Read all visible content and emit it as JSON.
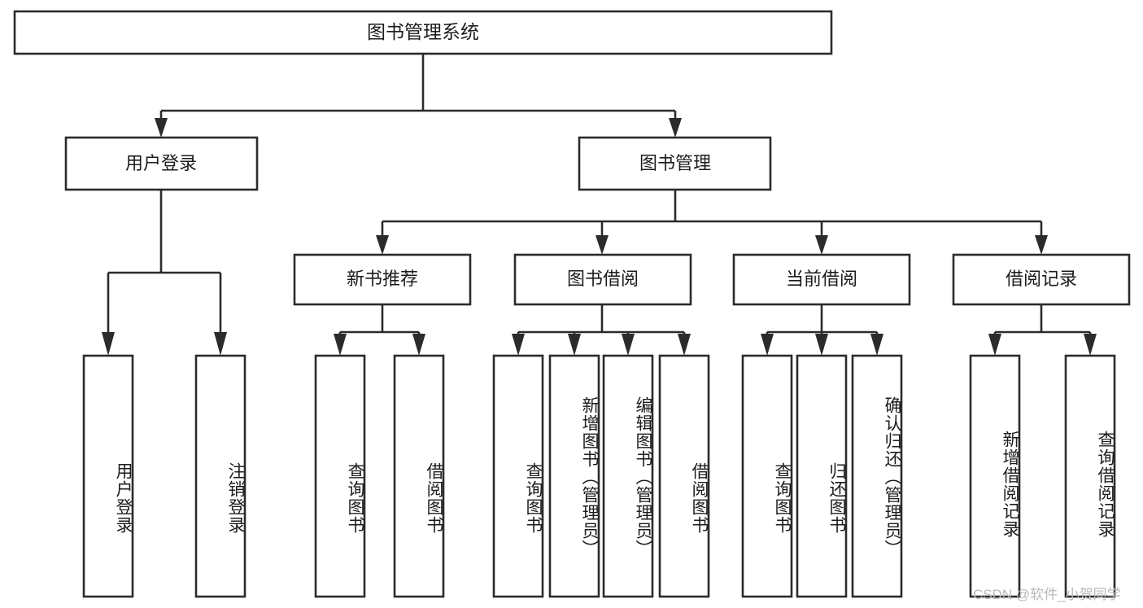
{
  "diagram": {
    "title": "图书管理系统",
    "type": "tree",
    "orientation": "top-down",
    "colors": {
      "box_stroke": "#2b2b2b",
      "box_fill": "#ffffff",
      "line": "#2b2b2b",
      "text": "#1c1c1c",
      "background": "#ffffff",
      "watermark": "#b9b9b9"
    },
    "root": {
      "label": "图书管理系统"
    },
    "level2": [
      {
        "label": "用户登录"
      },
      {
        "label": "图书管理"
      }
    ],
    "level3": [
      {
        "label": "新书推荐"
      },
      {
        "label": "图书借阅"
      },
      {
        "label": "当前借阅"
      },
      {
        "label": "借阅记录"
      }
    ],
    "leaves": {
      "user_login": [
        {
          "label": "用户登录"
        },
        {
          "label": "注销登录"
        }
      ],
      "new_book": [
        {
          "label": "查询图书"
        },
        {
          "label": "借阅图书"
        }
      ],
      "book_borrow": [
        {
          "label": "查询图书"
        },
        {
          "label": "新增图书（管理员）"
        },
        {
          "label": "编辑图书（管理员）"
        },
        {
          "label": "借阅图书"
        }
      ],
      "current_borrow": [
        {
          "label": "查询图书"
        },
        {
          "label": "归还图书"
        },
        {
          "label": "确认归还（管理员）"
        }
      ],
      "borrow_record": [
        {
          "label": "新增借阅记录"
        },
        {
          "label": "查询借阅记录"
        }
      ]
    }
  },
  "watermark": {
    "text": "CSDN @软件_小贺同学"
  }
}
